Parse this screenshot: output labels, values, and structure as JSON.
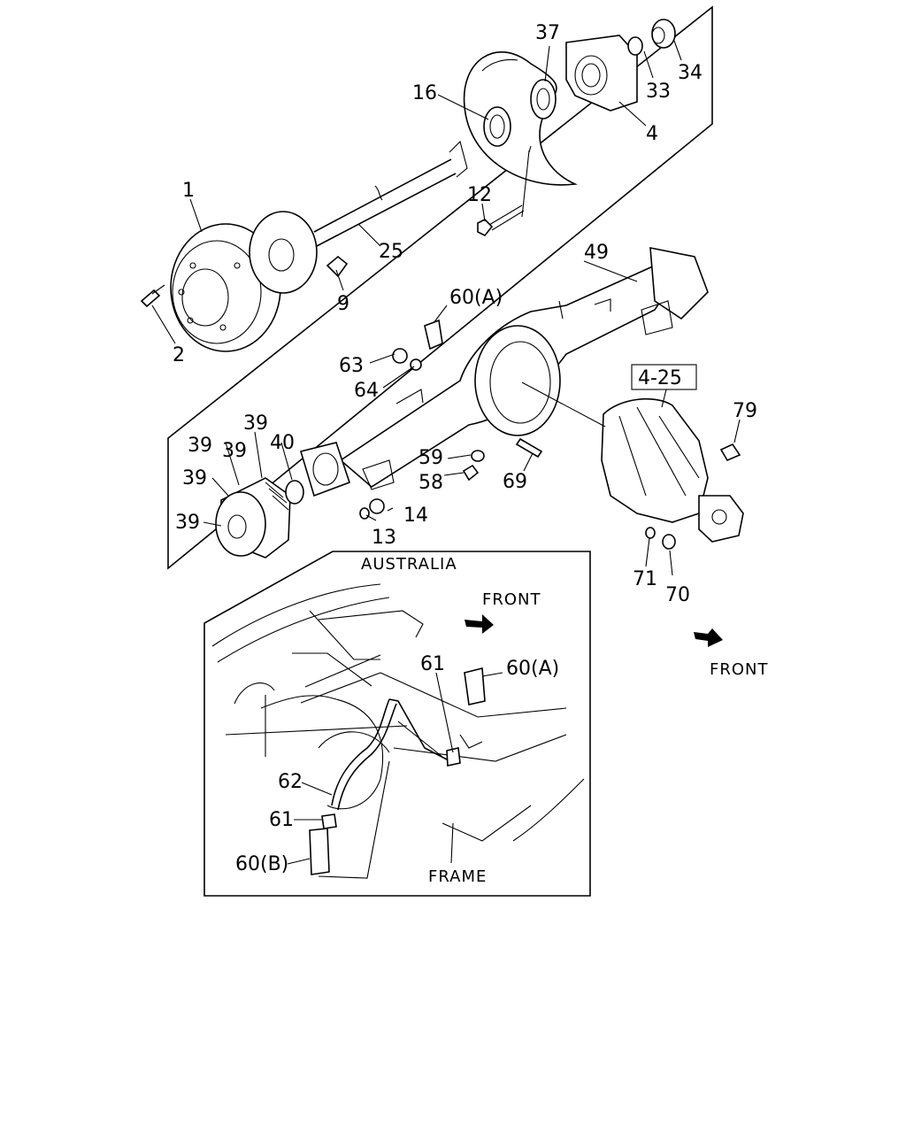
{
  "labels": {
    "l37": "37",
    "l34": "34",
    "l16": "16",
    "l33": "33",
    "l4": "4",
    "l1": "1",
    "l12": "12",
    "l25": "25",
    "l49": "49",
    "l9": "9",
    "l60a": "60(A)",
    "l2": "2",
    "l63": "63",
    "l64": "64",
    "l4_25": "4-25",
    "l39a": "39",
    "l39b": "39",
    "l39c": "39",
    "l39d": "39",
    "l39e": "39",
    "l40": "40",
    "l79": "79",
    "l59": "59",
    "l58": "58",
    "l69": "69",
    "l14": "14",
    "l13": "13",
    "l71": "71",
    "l70": "70"
  },
  "front_right": "FRONT",
  "inset": {
    "title": "AUSTRALIA",
    "front": "FRONT",
    "frame": "FRAME",
    "l61a": "61",
    "l60a": "60(A)",
    "l62": "62",
    "l61b": "61",
    "l60b": "60(B)"
  }
}
